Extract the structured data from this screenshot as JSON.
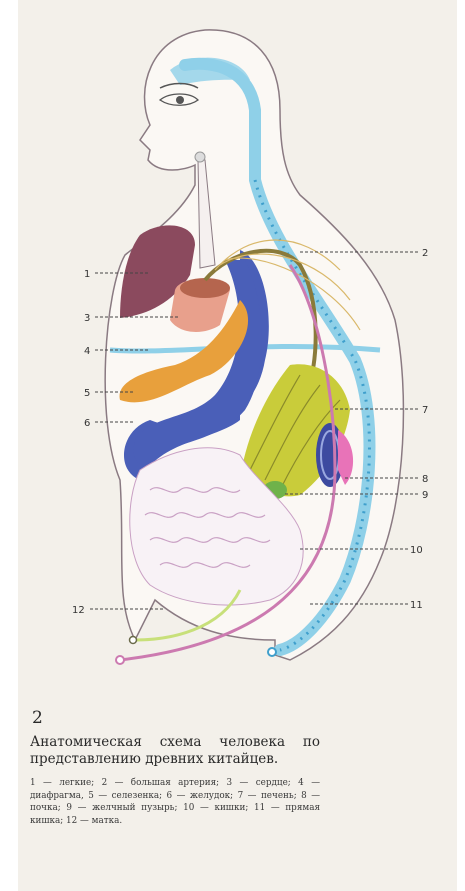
{
  "figure": {
    "number": "2",
    "title": "Анатомическая схема человека по представлению древних китайцев.",
    "legend": "1 — легкие; 2 — большая артерия; 3 — сердце; 4 — диафрагма, 5 — селезенка; 6 — желудок; 7 — печень; 8 — почка; 9 — желчный пузырь; 10 — кишки; 11 — прямая кишка; 12 — матка.",
    "labels": {
      "l1": "1",
      "l2": "2",
      "l3": "3",
      "l4": "4",
      "l5": "5",
      "l6": "6",
      "l7": "7",
      "l8": "8",
      "l9": "9",
      "l10": "10",
      "l11": "11",
      "l12": "12"
    }
  },
  "colors": {
    "outline": "#7a6a73",
    "lung": "#8b4a5e",
    "heart": "#e8a08c",
    "heart_top": "#b5654e",
    "spleen": "#e8a03c",
    "stomach": "#4a5fb8",
    "liver": "#c9cc3a",
    "kidney": "#3d4aa0",
    "kidney_pink": "#e873b8",
    "gallbladder": "#6fb24a",
    "intestine": "#c9a0c4",
    "spine": "#8fd0e8",
    "vessel": "#cc7ab0",
    "aorta": "#8a7a3a",
    "uterus": "#c8e07a"
  }
}
